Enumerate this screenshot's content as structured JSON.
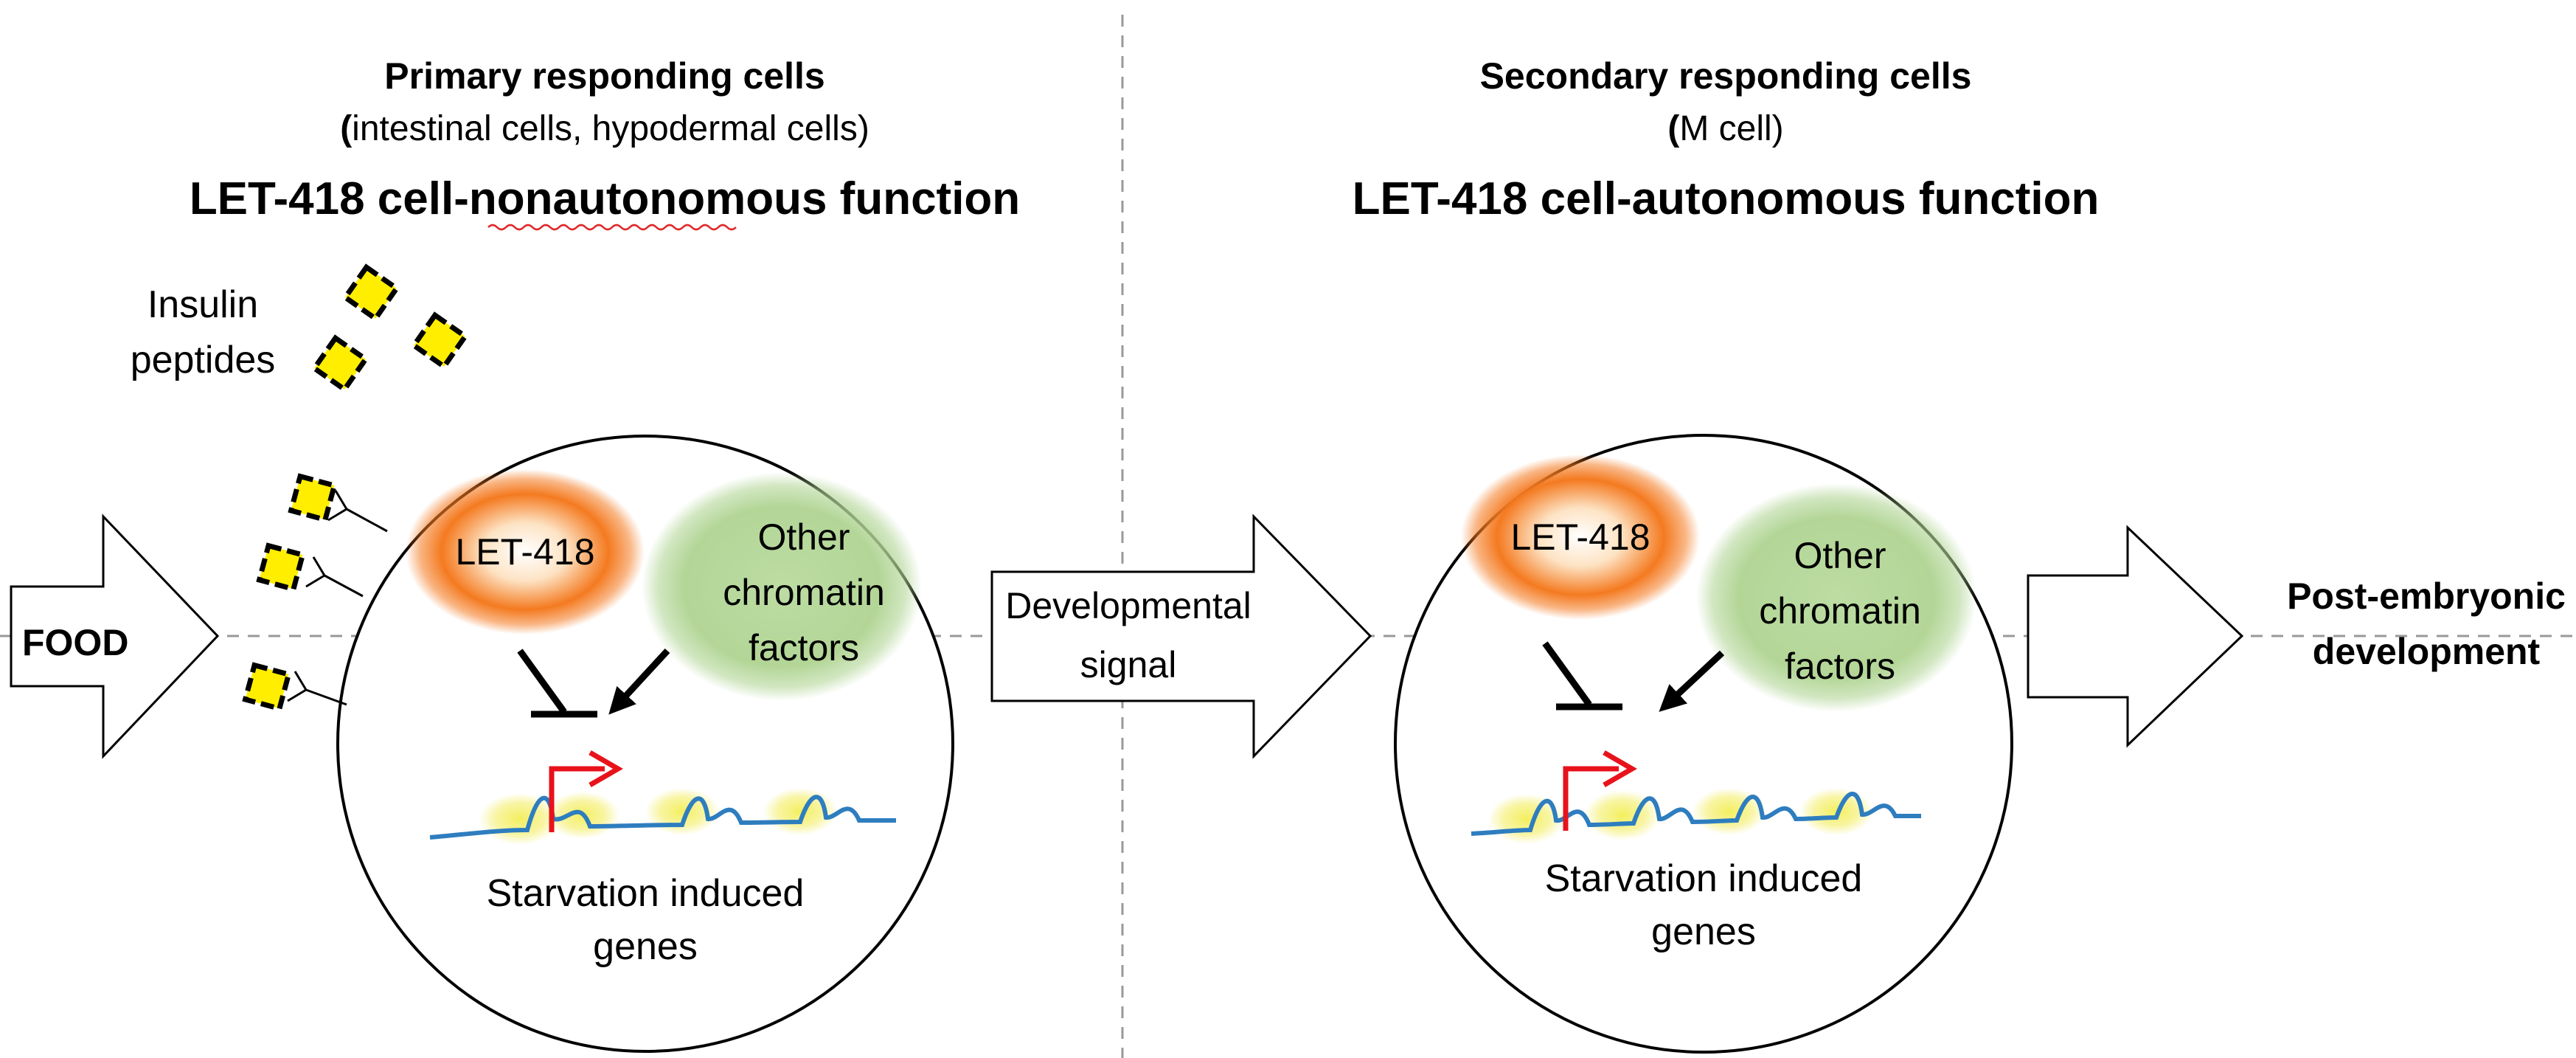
{
  "left_panel": {
    "heading": "Primary responding cells",
    "subheading_open": "(",
    "subheading_text": "intestinal cells, hypodermal cells)",
    "function_title": "LET-418 cell-nonautonomous function",
    "insulin_label_line1": "Insulin",
    "insulin_label_line2": "peptides",
    "cell": {
      "protein_label": "LET-418",
      "factor_line1": "Other",
      "factor_line2": "chromatin",
      "factor_line3": "factors",
      "genes_line1": "Starvation induced",
      "genes_line2": "genes"
    }
  },
  "right_panel": {
    "heading": "Secondary responding cells",
    "subheading_open": "(",
    "subheading_text": "M cell)",
    "function_title": "LET-418 cell-autonomous function",
    "cell": {
      "protein_label": "LET-418",
      "factor_line1": "Other",
      "factor_line2": "chromatin",
      "factor_line3": "factors",
      "genes_line1": "Starvation induced",
      "genes_line2": "genes"
    }
  },
  "arrows": {
    "input_label": "FOOD",
    "middle_label_line1": "Developmental",
    "middle_label_line2": "signal",
    "output_label_line1": "Post-embryonic",
    "output_label_line2": "development"
  },
  "colors": {
    "protein_orange": "#f47a20",
    "factor_green": "#a9d08e",
    "insulin_yellow": "#ffee00",
    "dna_blue": "#2e7dbf",
    "tss_red": "#e8121b",
    "nucleosome_glow": "#f5ef6a"
  }
}
